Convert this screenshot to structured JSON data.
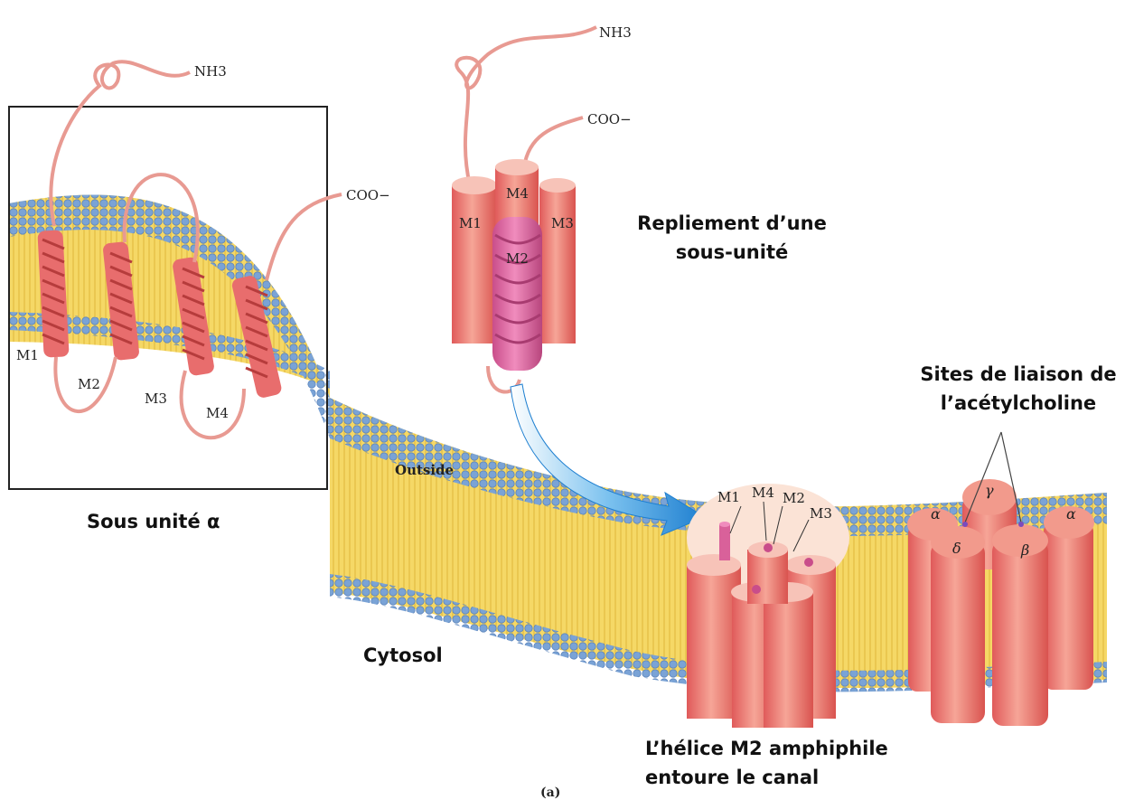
{
  "labels": {
    "nh3_a": "NH3",
    "coo_a": "COO−",
    "nh3_b": "NH3",
    "coo_b": "COO−",
    "outside": "Outside",
    "fig_label": "(a)",
    "m1": "M1",
    "m2": "M2",
    "m3": "M3",
    "m4": "M4",
    "greek_alpha": "α",
    "greek_gamma": "γ",
    "greek_delta": "δ",
    "greek_beta": "β"
  },
  "captions": {
    "subunit_alpha": "Sous unité α",
    "folding": [
      "Repliement d’une",
      "sous-unité"
    ],
    "binding_sites": [
      "Sites de liaison de",
      "l’acétylcholine"
    ],
    "cytosol": "Cytosol",
    "helix": [
      "L’hélice M2 amphiphile",
      "entoure le canal"
    ]
  },
  "colors": {
    "lipid_head": "#7aa3d6",
    "lipid_tail": "#f2d35a",
    "helix": "#e86d6d",
    "helix_light": "#f7c3b8",
    "m2_helix": "#d9619a",
    "arrow": "#2f8fd6"
  }
}
